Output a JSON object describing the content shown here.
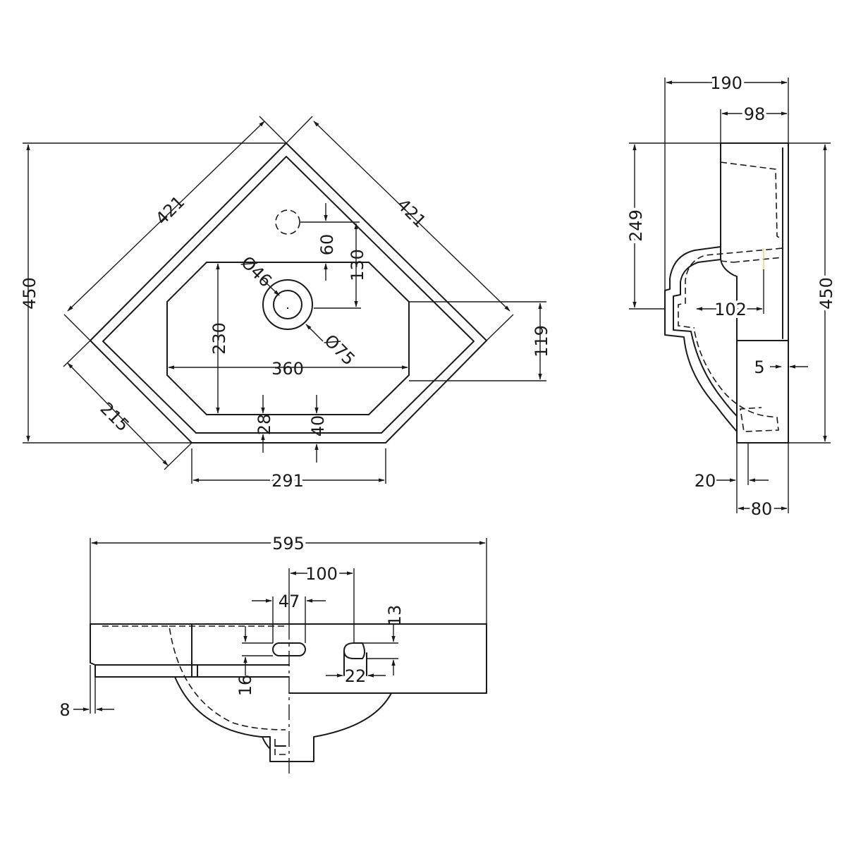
{
  "top_view": {
    "d_left_edge": "421",
    "d_right_edge": "421",
    "d_height": "450",
    "d_tap_hole_offset": "60",
    "d_tap_to_waste": "130",
    "d_tap_hole_dia": "Ø46",
    "d_waste_dia": "Ø75",
    "d_bowl_depth": "230",
    "d_bowl_width": "360",
    "d_side_119": "119",
    "d_front_left_215": "215",
    "d_rim_28": "28",
    "d_rim_40": "40",
    "d_front_291": "291"
  },
  "side_view": {
    "d_depth_190": "190",
    "d_top_98": "98",
    "d_249": "249",
    "d_450": "450",
    "d_102": "102",
    "d_5": "5",
    "d_20": "20",
    "d_80": "80"
  },
  "front_view": {
    "d_width_595": "595",
    "d_100": "100",
    "d_47": "47",
    "d_13": "13",
    "d_22": "22",
    "d_16": "16",
    "d_8": "8"
  }
}
